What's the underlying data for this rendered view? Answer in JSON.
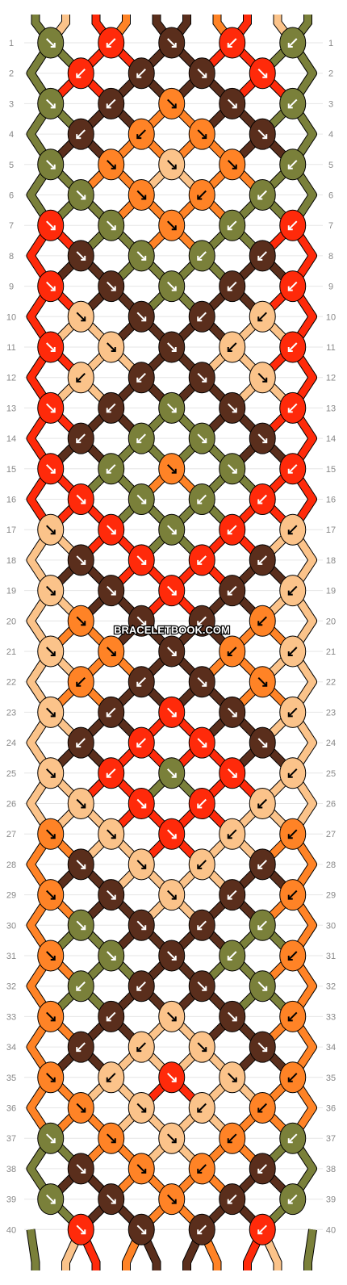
{
  "watermark": "BRACELETBOOK.COM",
  "colors": {
    "A": "#5a2e1c",
    "B": "#ff2a0a",
    "C": "#fbc38a",
    "D": "#ff8326",
    "E": "#7a803a"
  },
  "top_strings": [
    "E",
    "C",
    "B",
    "D",
    "A",
    "A",
    "D",
    "B",
    "C",
    "E"
  ],
  "bottom_strings": [
    "E",
    "C",
    "B",
    "D",
    "A",
    "A",
    "D",
    "B",
    "C",
    "E"
  ],
  "rows": [
    {
      "label": "1",
      "knots": [
        [
          "E",
          "se"
        ],
        [
          "B",
          "sw"
        ],
        [
          "A",
          "se"
        ],
        [
          "B",
          "sw"
        ],
        [
          "E",
          "sw"
        ]
      ]
    },
    {
      "label": "2",
      "knots": [
        [
          "B",
          "sw"
        ],
        [
          "A",
          "sw"
        ],
        [
          "A",
          "se"
        ],
        [
          "B",
          "se"
        ]
      ]
    },
    {
      "label": "3",
      "knots": [
        [
          "E",
          "se"
        ],
        [
          "A",
          "sw"
        ],
        [
          "D",
          "se"
        ],
        [
          "A",
          "se"
        ],
        [
          "E",
          "sw"
        ]
      ]
    },
    {
      "label": "4",
      "knots": [
        [
          "A",
          "sw"
        ],
        [
          "D",
          "sw"
        ],
        [
          "D",
          "se"
        ],
        [
          "A",
          "se"
        ]
      ]
    },
    {
      "label": "5",
      "knots": [
        [
          "E",
          "se"
        ],
        [
          "D",
          "se"
        ],
        [
          "C",
          "se"
        ],
        [
          "D",
          "se"
        ],
        [
          "E",
          "sw"
        ]
      ]
    },
    {
      "label": "6",
      "knots": [
        [
          "E",
          "se"
        ],
        [
          "D",
          "se"
        ],
        [
          "D",
          "sw"
        ],
        [
          "E",
          "sw"
        ]
      ]
    },
    {
      "label": "7",
      "knots": [
        [
          "B",
          "se"
        ],
        [
          "E",
          "se"
        ],
        [
          "D",
          "se"
        ],
        [
          "E",
          "sw"
        ],
        [
          "B",
          "sw"
        ]
      ]
    },
    {
      "label": "8",
      "knots": [
        [
          "A",
          "se"
        ],
        [
          "E",
          "se"
        ],
        [
          "E",
          "sw"
        ],
        [
          "A",
          "sw"
        ]
      ]
    },
    {
      "label": "9",
      "knots": [
        [
          "B",
          "se"
        ],
        [
          "A",
          "se"
        ],
        [
          "E",
          "se"
        ],
        [
          "A",
          "sw"
        ],
        [
          "B",
          "sw"
        ]
      ]
    },
    {
      "label": "10",
      "knots": [
        [
          "C",
          "se"
        ],
        [
          "A",
          "se"
        ],
        [
          "A",
          "sw"
        ],
        [
          "C",
          "sw"
        ]
      ]
    },
    {
      "label": "11",
      "knots": [
        [
          "B",
          "se"
        ],
        [
          "C",
          "se"
        ],
        [
          "A",
          "se"
        ],
        [
          "C",
          "sw"
        ],
        [
          "B",
          "sw"
        ]
      ]
    },
    {
      "label": "12",
      "knots": [
        [
          "C",
          "sw"
        ],
        [
          "A",
          "sw"
        ],
        [
          "A",
          "se"
        ],
        [
          "C",
          "se"
        ]
      ]
    },
    {
      "label": "13",
      "knots": [
        [
          "B",
          "se"
        ],
        [
          "A",
          "sw"
        ],
        [
          "E",
          "se"
        ],
        [
          "A",
          "se"
        ],
        [
          "B",
          "sw"
        ]
      ]
    },
    {
      "label": "14",
      "knots": [
        [
          "A",
          "sw"
        ],
        [
          "E",
          "sw"
        ],
        [
          "E",
          "se"
        ],
        [
          "A",
          "se"
        ]
      ]
    },
    {
      "label": "15",
      "knots": [
        [
          "B",
          "se"
        ],
        [
          "E",
          "sw"
        ],
        [
          "D",
          "se"
        ],
        [
          "E",
          "se"
        ],
        [
          "B",
          "sw"
        ]
      ]
    },
    {
      "label": "16",
      "knots": [
        [
          "B",
          "se"
        ],
        [
          "E",
          "se"
        ],
        [
          "E",
          "sw"
        ],
        [
          "B",
          "sw"
        ]
      ]
    },
    {
      "label": "17",
      "knots": [
        [
          "C",
          "se"
        ],
        [
          "B",
          "se"
        ],
        [
          "E",
          "se"
        ],
        [
          "B",
          "sw"
        ],
        [
          "C",
          "sw"
        ]
      ]
    },
    {
      "label": "18",
      "knots": [
        [
          "A",
          "se"
        ],
        [
          "B",
          "se"
        ],
        [
          "B",
          "sw"
        ],
        [
          "A",
          "sw"
        ]
      ]
    },
    {
      "label": "19",
      "knots": [
        [
          "C",
          "se"
        ],
        [
          "A",
          "se"
        ],
        [
          "B",
          "se"
        ],
        [
          "A",
          "sw"
        ],
        [
          "C",
          "sw"
        ]
      ]
    },
    {
      "label": "20",
      "knots": [
        [
          "D",
          "se"
        ],
        [
          "A",
          "se"
        ],
        [
          "A",
          "sw"
        ],
        [
          "D",
          "sw"
        ]
      ]
    },
    {
      "label": "21",
      "knots": [
        [
          "C",
          "se"
        ],
        [
          "D",
          "se"
        ],
        [
          "A",
          "se"
        ],
        [
          "D",
          "sw"
        ],
        [
          "C",
          "sw"
        ]
      ]
    },
    {
      "label": "22",
      "knots": [
        [
          "D",
          "sw"
        ],
        [
          "A",
          "sw"
        ],
        [
          "A",
          "se"
        ],
        [
          "D",
          "se"
        ]
      ]
    },
    {
      "label": "23",
      "knots": [
        [
          "C",
          "se"
        ],
        [
          "A",
          "sw"
        ],
        [
          "B",
          "se"
        ],
        [
          "A",
          "se"
        ],
        [
          "C",
          "sw"
        ]
      ]
    },
    {
      "label": "24",
      "knots": [
        [
          "A",
          "sw"
        ],
        [
          "B",
          "sw"
        ],
        [
          "B",
          "se"
        ],
        [
          "A",
          "se"
        ]
      ]
    },
    {
      "label": "25",
      "knots": [
        [
          "C",
          "se"
        ],
        [
          "B",
          "sw"
        ],
        [
          "E",
          "se"
        ],
        [
          "B",
          "se"
        ],
        [
          "C",
          "sw"
        ]
      ]
    },
    {
      "label": "26",
      "knots": [
        [
          "C",
          "se"
        ],
        [
          "B",
          "se"
        ],
        [
          "B",
          "sw"
        ],
        [
          "C",
          "sw"
        ]
      ]
    },
    {
      "label": "27",
      "knots": [
        [
          "D",
          "se"
        ],
        [
          "C",
          "se"
        ],
        [
          "B",
          "se"
        ],
        [
          "C",
          "sw"
        ],
        [
          "D",
          "sw"
        ]
      ]
    },
    {
      "label": "28",
      "knots": [
        [
          "A",
          "se"
        ],
        [
          "C",
          "se"
        ],
        [
          "C",
          "sw"
        ],
        [
          "A",
          "sw"
        ]
      ]
    },
    {
      "label": "29",
      "knots": [
        [
          "D",
          "se"
        ],
        [
          "A",
          "se"
        ],
        [
          "C",
          "se"
        ],
        [
          "A",
          "sw"
        ],
        [
          "D",
          "sw"
        ]
      ]
    },
    {
      "label": "30",
      "knots": [
        [
          "E",
          "se"
        ],
        [
          "A",
          "se"
        ],
        [
          "A",
          "sw"
        ],
        [
          "E",
          "sw"
        ]
      ]
    },
    {
      "label": "31",
      "knots": [
        [
          "D",
          "se"
        ],
        [
          "E",
          "se"
        ],
        [
          "A",
          "se"
        ],
        [
          "E",
          "sw"
        ],
        [
          "D",
          "sw"
        ]
      ]
    },
    {
      "label": "32",
      "knots": [
        [
          "E",
          "sw"
        ],
        [
          "A",
          "sw"
        ],
        [
          "A",
          "se"
        ],
        [
          "E",
          "se"
        ]
      ]
    },
    {
      "label": "33",
      "knots": [
        [
          "D",
          "se"
        ],
        [
          "A",
          "sw"
        ],
        [
          "C",
          "se"
        ],
        [
          "A",
          "se"
        ],
        [
          "D",
          "sw"
        ]
      ]
    },
    {
      "label": "34",
      "knots": [
        [
          "A",
          "sw"
        ],
        [
          "C",
          "sw"
        ],
        [
          "C",
          "se"
        ],
        [
          "A",
          "se"
        ]
      ]
    },
    {
      "label": "35",
      "knots": [
        [
          "D",
          "se"
        ],
        [
          "C",
          "sw"
        ],
        [
          "B",
          "se"
        ],
        [
          "C",
          "se"
        ],
        [
          "D",
          "sw"
        ]
      ]
    },
    {
      "label": "36",
      "knots": [
        [
          "D",
          "se"
        ],
        [
          "C",
          "se"
        ],
        [
          "C",
          "sw"
        ],
        [
          "D",
          "sw"
        ]
      ]
    },
    {
      "label": "37",
      "knots": [
        [
          "E",
          "se"
        ],
        [
          "D",
          "se"
        ],
        [
          "C",
          "se"
        ],
        [
          "D",
          "sw"
        ],
        [
          "E",
          "sw"
        ]
      ]
    },
    {
      "label": "38",
      "knots": [
        [
          "A",
          "se"
        ],
        [
          "D",
          "se"
        ],
        [
          "D",
          "sw"
        ],
        [
          "A",
          "sw"
        ]
      ]
    },
    {
      "label": "39",
      "knots": [
        [
          "E",
          "se"
        ],
        [
          "A",
          "se"
        ],
        [
          "D",
          "se"
        ],
        [
          "A",
          "sw"
        ],
        [
          "E",
          "sw"
        ]
      ]
    },
    {
      "label": "40",
      "knots": [
        [
          "B",
          "se"
        ],
        [
          "A",
          "se"
        ],
        [
          "A",
          "sw"
        ],
        [
          "B",
          "sw"
        ]
      ]
    }
  ]
}
